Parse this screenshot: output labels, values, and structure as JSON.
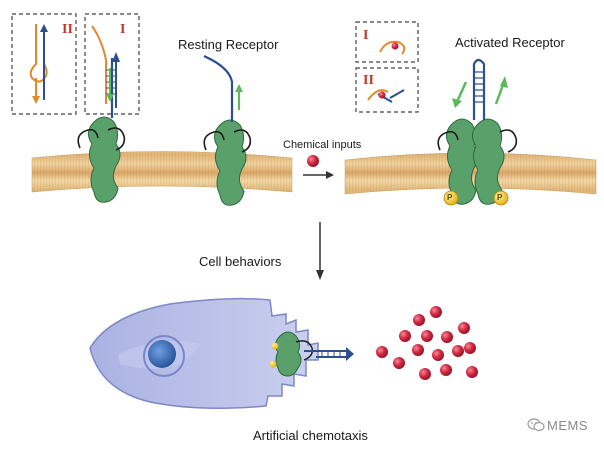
{
  "labels": {
    "resting_receptor": "Resting Receptor",
    "activated_receptor": "Activated Receptor",
    "chemical_inputs": "Chemical inputs",
    "cell_behaviors": "Cell behaviors",
    "artificial_chemotaxis": "Artificial chemotaxis"
  },
  "roman_numerals": {
    "box_left_small": "II",
    "box_left_large": "I",
    "box_right_top": "I",
    "box_right_bottom": "II"
  },
  "phosphate_label": "P",
  "watermark": "MEMS",
  "colors": {
    "membrane_top": "#e9c78f",
    "membrane_mid": "#c99a5c",
    "receptor_green": "#5aa06a",
    "dna_blue": "#2b4f8f",
    "dna_orange": "#e08a2e",
    "arrow_green": "#5cb85c",
    "ligand_red": "#c8243c",
    "phosphate_yellow": "#f2c31b",
    "cell_fill": "#b9bfe4",
    "cell_outline": "#7f87c4",
    "nucleus": "#2f5ea8",
    "dash_border": "#444444"
  },
  "icons": [
    "wechat-icon",
    "phosphate-icon",
    "chemical-ligand-icon",
    "arrow-right-icon",
    "arrow-down-icon"
  ]
}
